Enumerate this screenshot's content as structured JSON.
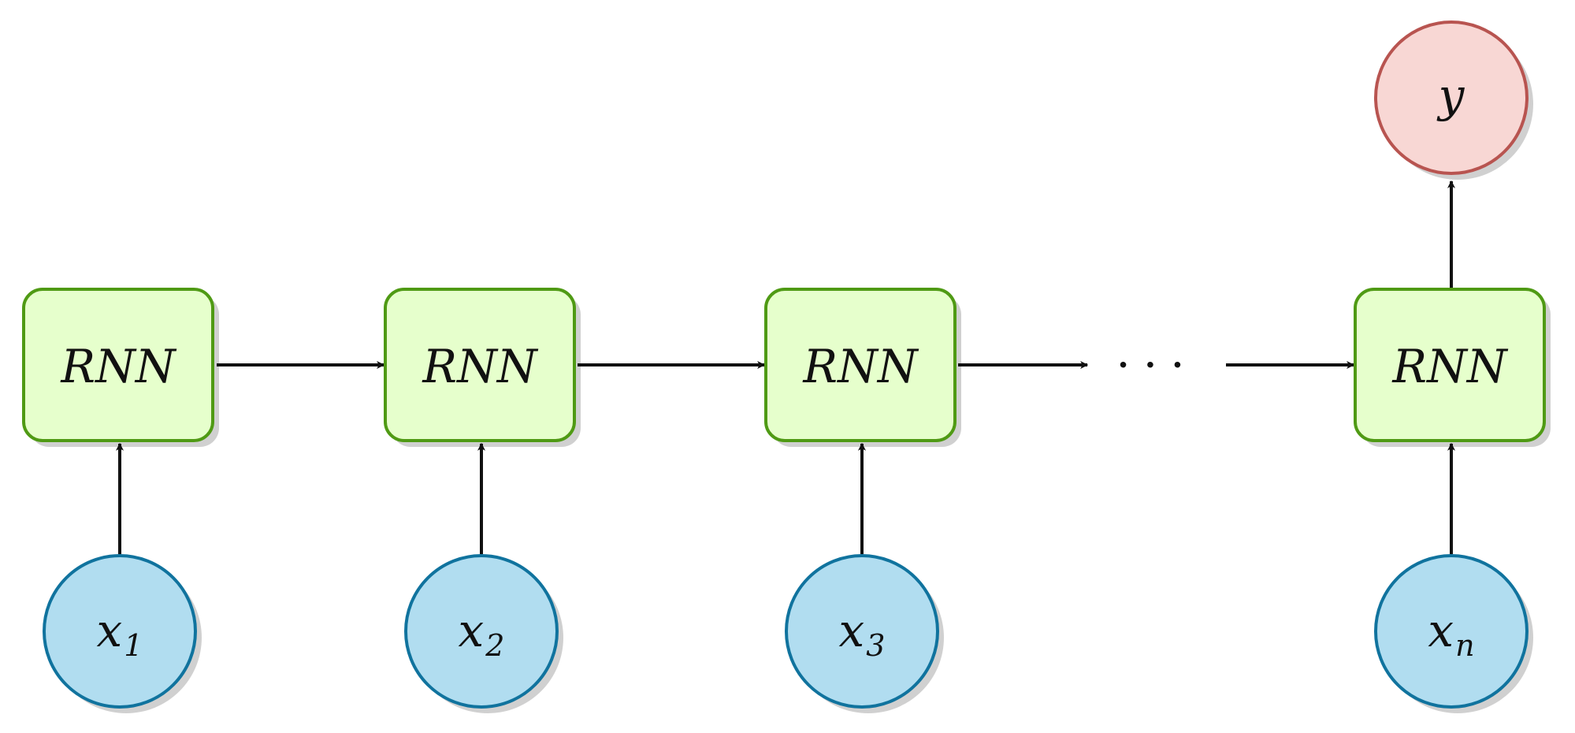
{
  "diagram": {
    "rnn_cells": [
      {
        "label": "RNN"
      },
      {
        "label": "RNN"
      },
      {
        "label": "RNN"
      },
      {
        "label": "RNN"
      }
    ],
    "inputs": [
      {
        "base": "x",
        "sub": "1"
      },
      {
        "base": "x",
        "sub": "2"
      },
      {
        "base": "x",
        "sub": "3"
      },
      {
        "base": "x",
        "sub": "n"
      }
    ],
    "output": {
      "label": "y"
    },
    "ellipsis": "···",
    "colors": {
      "rnn_fill": "#e6ffcc",
      "rnn_stroke": "#4f9a14",
      "input_fill": "#b1ddf0",
      "input_stroke": "#10739e",
      "output_fill": "#f8d7d4",
      "output_stroke": "#b85450",
      "edge": "#111111",
      "shadow": "#b7b7b7"
    }
  }
}
